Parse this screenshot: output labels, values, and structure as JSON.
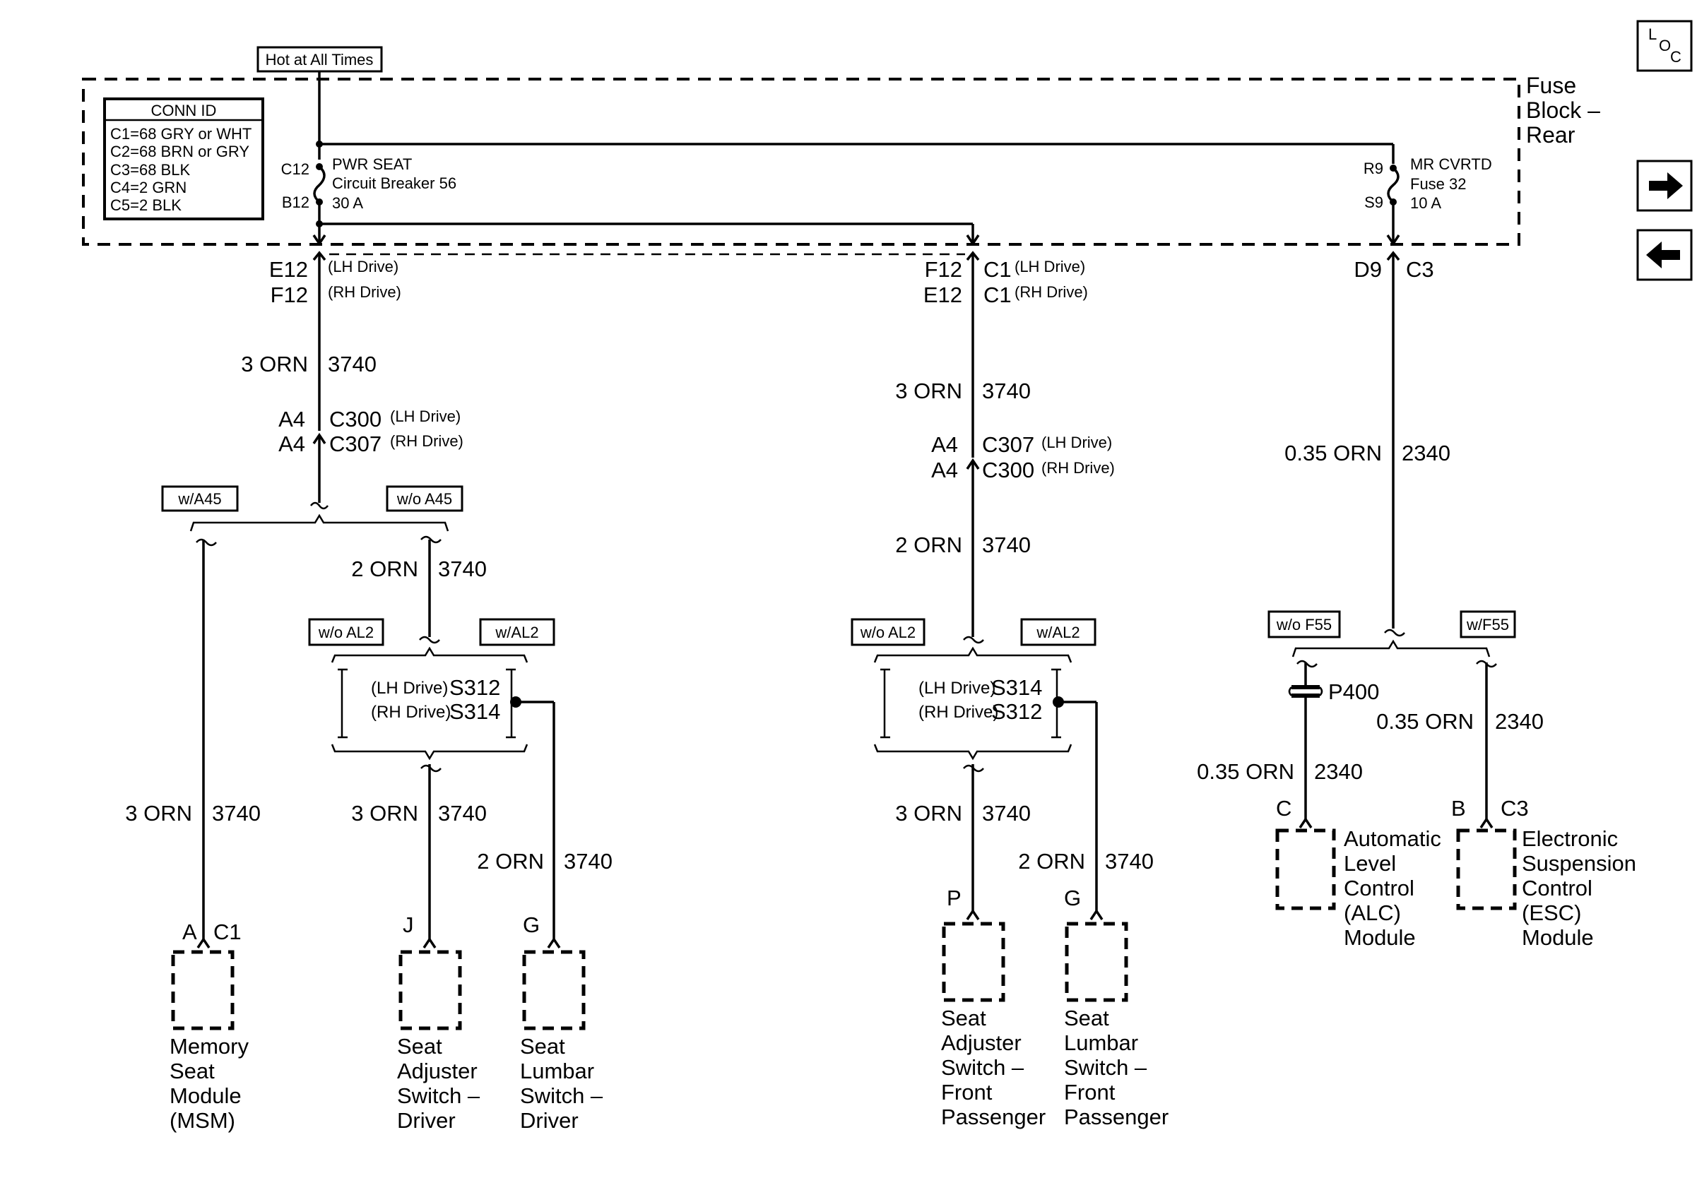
{
  "power": {
    "hot_label": "Hot at All Times"
  },
  "fuse_block": {
    "title_lines": [
      "Fuse",
      "Block –",
      "Rear"
    ]
  },
  "conn_id": {
    "title": "CONN ID",
    "lines": [
      "C1=68 GRY or WHT",
      "C2=68 BRN or GRY",
      "C3=68 BLK",
      "C4=2 GRN",
      "C5=2 BLK"
    ]
  },
  "breaker": {
    "pin_top": "C12",
    "pin_bottom": "B12",
    "lines": [
      "PWR SEAT",
      "Circuit Breaker 56",
      "30 A"
    ]
  },
  "fuse32": {
    "pin_top": "R9",
    "pin_bottom": "S9",
    "lines": [
      "MR CVRTD",
      "Fuse 32",
      "10 A"
    ]
  },
  "nav": {
    "loc_l": "L",
    "loc_o": "O",
    "loc_c": "C"
  },
  "left": {
    "conn_pin1": "E12",
    "conn_pin2": "F12",
    "conn_lh": "(LH Drive)",
    "conn_rh": "(RH Drive)",
    "wire1_size": "3 ORN",
    "wire1_circuit": "3740",
    "c_pin1": "A4",
    "c_pin2": "A4",
    "c_name1": "C300",
    "c_name2": "C307",
    "c_lh": "(LH Drive)",
    "c_rh": "(RH Drive)",
    "opt_a": "w/A45",
    "opt_b": "w/o A45",
    "wire2_size": "2 ORN",
    "wire2_circuit": "3740",
    "opt_c": "w/o AL2",
    "opt_d": "w/AL2",
    "splice_lh": "(LH Drive)",
    "splice_rh": "(RH Drive)",
    "splice1": "S312",
    "splice2": "S314",
    "msm_wire_size": "3 ORN",
    "msm_wire_circuit": "3740",
    "adj_wire_size": "3 ORN",
    "adj_wire_circuit": "3740",
    "lum_wire_size": "2 ORN",
    "lum_wire_circuit": "3740",
    "msm_pin": "A",
    "msm_conn": "C1",
    "adj_pin": "J",
    "lum_pin": "G",
    "msm_label": [
      "Memory",
      "Seat",
      "Module",
      "(MSM)"
    ],
    "adj_label": [
      "Seat",
      "Adjuster",
      "Switch –",
      "Driver"
    ],
    "lum_label": [
      "Seat",
      "Lumbar",
      "Switch –",
      "Driver"
    ]
  },
  "mid": {
    "conn_pin1": "F12",
    "conn_pin2": "E12",
    "conn_c1": "C1",
    "conn_c2": "C1",
    "conn_lh": "(LH Drive)",
    "conn_rh": "(RH Drive)",
    "wire1_size": "3 ORN",
    "wire1_circuit": "3740",
    "c_pin1": "A4",
    "c_pin2": "A4",
    "c_name1": "C307",
    "c_name2": "C300",
    "c_lh": "(LH Drive)",
    "c_rh": "(RH Drive)",
    "wire2_size": "2 ORN",
    "wire2_circuit": "3740",
    "opt_c": "w/o AL2",
    "opt_d": "w/AL2",
    "splice_lh": "(LH Drive)",
    "splice_rh": "(RH Drive)",
    "splice1": "S314",
    "splice2": "S312",
    "adj_wire_size": "3 ORN",
    "adj_wire_circuit": "3740",
    "lum_wire_size": "2 ORN",
    "lum_wire_circuit": "3740",
    "adj_pin": "P",
    "lum_pin": "G",
    "adj_label": [
      "Seat",
      "Adjuster",
      "Switch –",
      "Front",
      "Passenger"
    ],
    "lum_label": [
      "Seat",
      "Lumbar",
      "Switch –",
      "Front",
      "Passenger"
    ]
  },
  "right": {
    "conn_pin": "D9",
    "conn_name": "C3",
    "wire1_size": "0.35 ORN",
    "wire1_circuit": "2340",
    "opt_a": "w/o F55",
    "opt_b": "w/F55",
    "p400": "P400",
    "alc_wire_size": "0.35 ORN",
    "alc_wire_circuit": "2340",
    "esc_wire_size": "0.35 ORN",
    "esc_wire_circuit": "2340",
    "alc_pin": "C",
    "esc_pin": "B",
    "esc_conn": "C3",
    "alc_label": [
      "Automatic",
      "Level",
      "Control",
      "(ALC)",
      "Module"
    ],
    "esc_label": [
      "Electronic",
      "Suspension",
      "Control",
      "(ESC)",
      "Module"
    ]
  }
}
